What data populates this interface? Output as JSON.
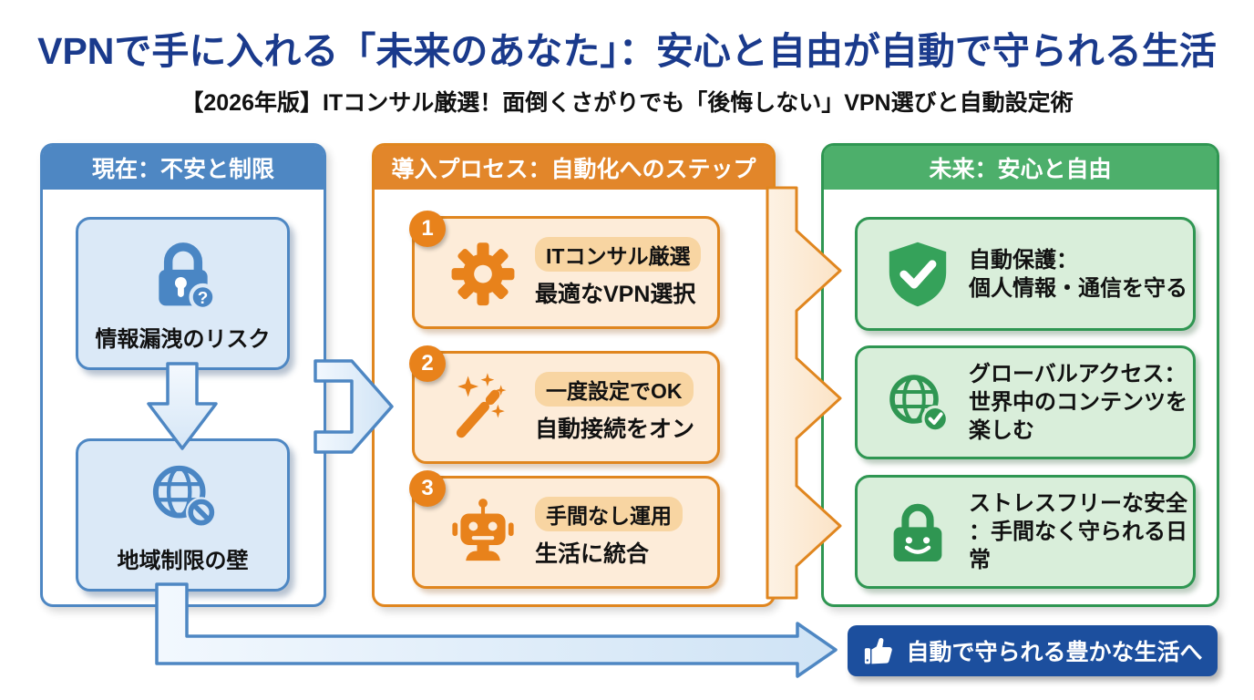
{
  "title": "VPNで手に入れる「未来のあなた」：安心と自由が自動で守られる生活",
  "subtitle": "【2026年版】ITコンサル厳選！面倒くさがりでも「後悔しない」VPN選びと自動設定術",
  "columns": {
    "present": {
      "header": "現在：不安と制限",
      "items": [
        {
          "label": "情報漏洩のリスク",
          "icon": "lock-question-icon"
        },
        {
          "label": "地域制限の壁",
          "icon": "globe-blocked-icon"
        }
      ]
    },
    "process": {
      "header": "導入プロセス：自動化へのステップ",
      "steps": [
        {
          "number": "1",
          "tag": "ITコンサル厳選",
          "label": "最適なVPN選択",
          "icon": "gear-icon"
        },
        {
          "number": "2",
          "tag": "一度設定でOK",
          "label": "自動接続をオン",
          "icon": "magic-wand-icon"
        },
        {
          "number": "3",
          "tag": "手間なし運用",
          "label": "生活に統合",
          "icon": "robot-icon"
        }
      ]
    },
    "future": {
      "header": "未来：安心と自由",
      "items": [
        {
          "label": "自動保護：\n個人情報・通信を守る",
          "icon": "shield-check-icon"
        },
        {
          "label": "グローバルアクセス：\n世界中のコンテンツを\n楽しむ",
          "icon": "globe-check-icon"
        },
        {
          "label": "ストレスフリーな安全\n：手間なく守られる日\n常",
          "icon": "lock-smile-icon"
        }
      ]
    }
  },
  "banner": {
    "label": "自動で守られる豊かな生活へ",
    "icon": "thumbs-up-icon"
  },
  "colors": {
    "title_navy": "#1a3a8c",
    "primary_blue": "#4e87c3",
    "light_blue_fill": "#dbe9f7",
    "orange_border": "#e0861f",
    "orange_icon": "#e8821b",
    "light_orange_fill": "#fdecd9",
    "tag_orange": "#f8d5a2",
    "green_border": "#2f9652",
    "green_header": "#4daf6b",
    "light_green_fill": "#d9eeda",
    "banner_blue": "#1c4f9e"
  }
}
